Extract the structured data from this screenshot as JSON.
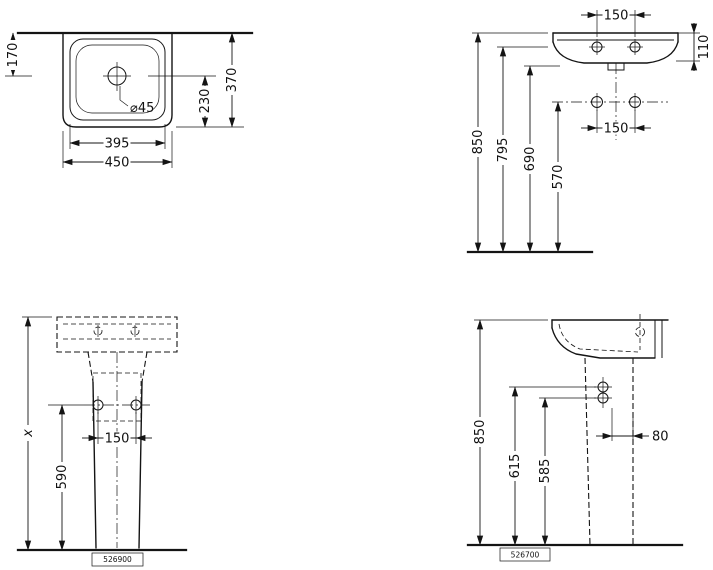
{
  "views": {
    "top": {
      "dim_170": "170",
      "dim_370": "370",
      "dim_230": "230",
      "dim_395": "395",
      "dim_450": "450",
      "drain_diameter": "⌀45"
    },
    "front": {
      "dim_150_taps": "150",
      "dim_110": "110",
      "dim_150_fix": "150",
      "dim_850": "850",
      "dim_795": "795",
      "dim_690": "690",
      "dim_570": "570"
    },
    "pedestal": {
      "dim_x": "x",
      "dim_590": "590",
      "dim_150": "150",
      "model": "526900"
    },
    "side": {
      "dim_850": "850",
      "dim_615": "615",
      "dim_585": "585",
      "dim_80": "80",
      "model": "526700"
    }
  }
}
